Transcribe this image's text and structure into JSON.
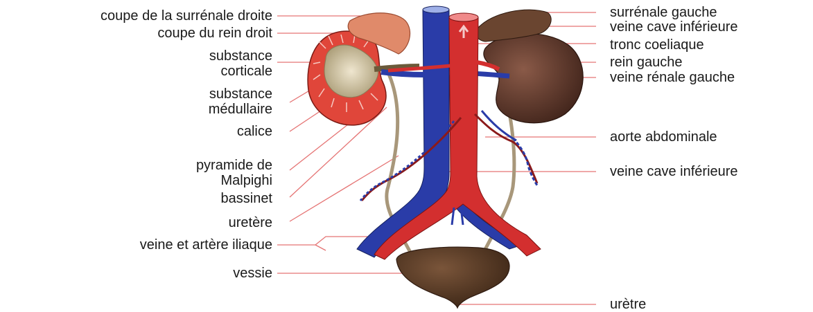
{
  "labels": {
    "left": {
      "coupe_surrenale_droite": "coupe de la surrénale droite",
      "coupe_rein_droit": "coupe du rein droit",
      "substance": "substance",
      "corticale": "corticale",
      "substance_2": "substance",
      "medullaire": "médullaire",
      "calice": "calice",
      "pyramide_de": "pyramide de",
      "malpighi": "Malpighi",
      "bassinet": "bassinet",
      "uretere": "uretère",
      "veine_artere_iliaque": "veine et artère iliaque",
      "vessie": "vessie"
    },
    "right": {
      "surrenale_gauche": "surrénale gauche",
      "veine_cave_inferieure_top": "veine cave inférieure",
      "tronc_coeliaque": "tronc coeliaque",
      "rein_gauche": "rein gauche",
      "veine_renale_gauche": "veine rénale gauche",
      "aorte_abdominale": "aorte abdominale",
      "veine_cave_inferieure": "veine cave inférieure",
      "uretre": "urètre"
    }
  },
  "colors": {
    "leader_line": "#e57373",
    "artery": "#d32f2f",
    "vein": "#2a3ca8",
    "kidney_cut": "#e0463a",
    "kidney_left": "#5a3428",
    "bladder": "#5b3a26",
    "ureter": "#b8a890",
    "adrenal": "#e08a6a"
  }
}
